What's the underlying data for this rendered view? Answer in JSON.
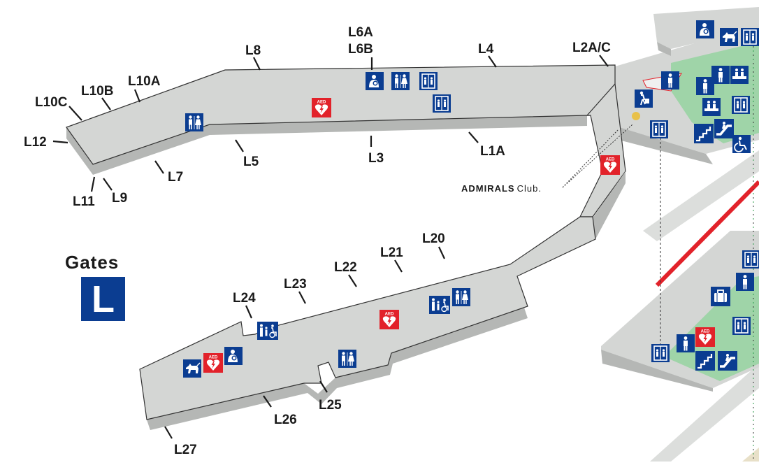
{
  "legend": {
    "title": "Gates",
    "concourse": "L"
  },
  "club": {
    "brand": "ADMIRALS",
    "suffix": "Club."
  },
  "gates": {
    "L1A": "L1A",
    "L2AC": "L2A/C",
    "L3": "L3",
    "L4": "L4",
    "L5": "L5",
    "L6A": "L6A",
    "L6B": "L6B",
    "L7": "L7",
    "L8": "L8",
    "L9": "L9",
    "L10A": "L10A",
    "L10B": "L10B",
    "L10C": "L10C",
    "L11": "L11",
    "L12": "L12",
    "L20": "L20",
    "L21": "L21",
    "L22": "L22",
    "L23": "L23",
    "L24": "L24",
    "L25": "L25",
    "L26": "L26",
    "L27": "L27"
  },
  "aed_label": "AED",
  "colors": {
    "concourse_top": "#d4d6d4",
    "concourse_side": "#b5b7b5",
    "amenity_blue": "#0b3d91",
    "aed_red": "#e2222a",
    "secure_zone": "#9fd4a8",
    "rail_red": "#e2222a"
  },
  "amenities": [
    "restroom-icon",
    "elevator-icon",
    "nursing-room-icon",
    "aed-icon",
    "pet-relief-icon",
    "family-restroom-icon",
    "baggage-icon",
    "escalator-icon",
    "stairs-icon",
    "wheelchair-icon",
    "information-icon",
    "security-checkpoint-icon"
  ]
}
